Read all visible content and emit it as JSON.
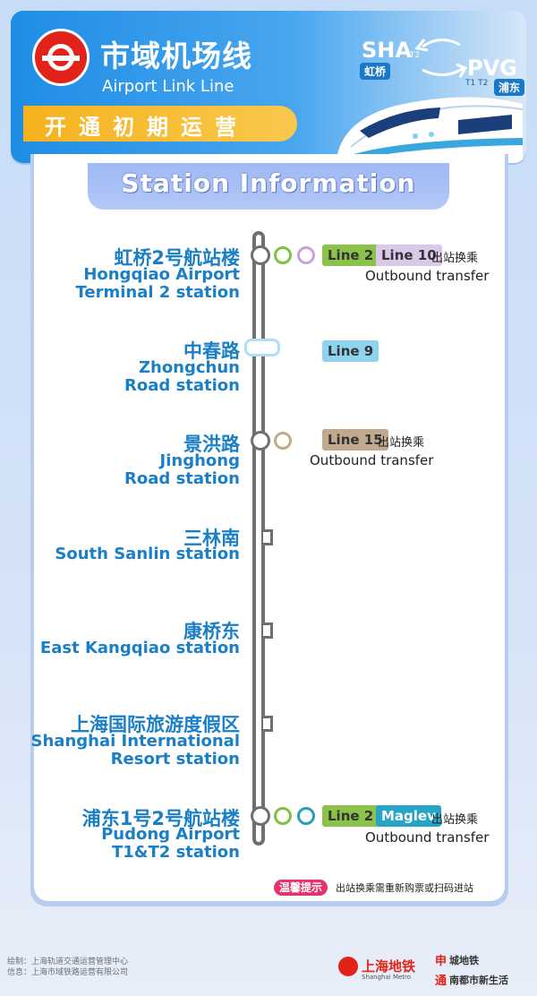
{
  "header": {
    "title_cn": "市域机场线",
    "title_en": "Airport Link Line",
    "opening": "开通初期运营",
    "sha": {
      "code": "SHA",
      "terminal": "T2",
      "tag": "虹桥"
    },
    "pvg": {
      "code": "PVG",
      "terminal": "T1 T2",
      "tag": "浦东"
    }
  },
  "section_title": "Station Information",
  "stations": [
    {
      "cn": "虹桥2号航站楼",
      "en1": "Hongqiao Airport",
      "en2": "Terminal 2 station",
      "marker": "circle",
      "rings": [
        "#7dc242",
        "#c8a2d8"
      ],
      "badges": [
        {
          "text": "Line 2",
          "color": "#8bc34a"
        },
        {
          "text": "Line 10",
          "color": "#d9c8ea"
        }
      ],
      "xfer_cn": "出站换乘",
      "xfer_en": "Outbound transfer"
    },
    {
      "cn": "中春路",
      "en1": "Zhongchun",
      "en2": "Road station",
      "marker": "interchange",
      "rings": [],
      "badges": [
        {
          "text": "Line 9",
          "color": "#8fd4ef"
        }
      ],
      "xfer_cn": "",
      "xfer_en": ""
    },
    {
      "cn": "景洪路",
      "en1": "Jinghong",
      "en2": "Road station",
      "marker": "circle",
      "rings": [
        "#c7a98a"
      ],
      "badges": [
        {
          "text": "Line 15",
          "color": "#c1a98f"
        }
      ],
      "xfer_cn": "出站换乘",
      "xfer_en": "Outbound transfer"
    },
    {
      "cn": "三林南",
      "en1": "South Sanlin station",
      "en2": "",
      "marker": "tick",
      "rings": [],
      "badges": [],
      "xfer_cn": "",
      "xfer_en": ""
    },
    {
      "cn": "康桥东",
      "en1": "East Kangqiao station",
      "en2": "",
      "marker": "tick",
      "rings": [],
      "badges": [],
      "xfer_cn": "",
      "xfer_en": ""
    },
    {
      "cn": "上海国际旅游度假区",
      "en1": "Shanghai International",
      "en2": "Resort station",
      "marker": "tick",
      "rings": [],
      "badges": [],
      "xfer_cn": "",
      "xfer_en": ""
    },
    {
      "cn": "浦东1号2号航站楼",
      "en1": "Pudong Airport",
      "en2": "T1&T2 station",
      "marker": "circle",
      "rings": [
        "#7dc242",
        "#2a9fb8"
      ],
      "badges": [
        {
          "text": "Line 2",
          "color": "#8bc34a"
        },
        {
          "text": "Maglev",
          "color": "#27a5c8"
        }
      ],
      "xfer_cn": "出站换乘",
      "xfer_en": "Outbound transfer"
    }
  ],
  "tip": {
    "tag": "温馨提示",
    "text": "出站换乘需重新购票或扫码进站"
  },
  "footer": {
    "credit1": "绘制：上海轨道交通运营管理中心",
    "credit2": "信息：上海市域铁路运营有限公司",
    "metro_cn": "上海地铁",
    "metro_en": "Shanghai Metro",
    "shen_cn1": "申",
    "shen_t1": "城地铁",
    "shen_cn2": "通",
    "shen_t2": "南都市新生活"
  },
  "icons": [
    "metro-logo-icon",
    "arrow-icon",
    "train-illustration-icon"
  ]
}
